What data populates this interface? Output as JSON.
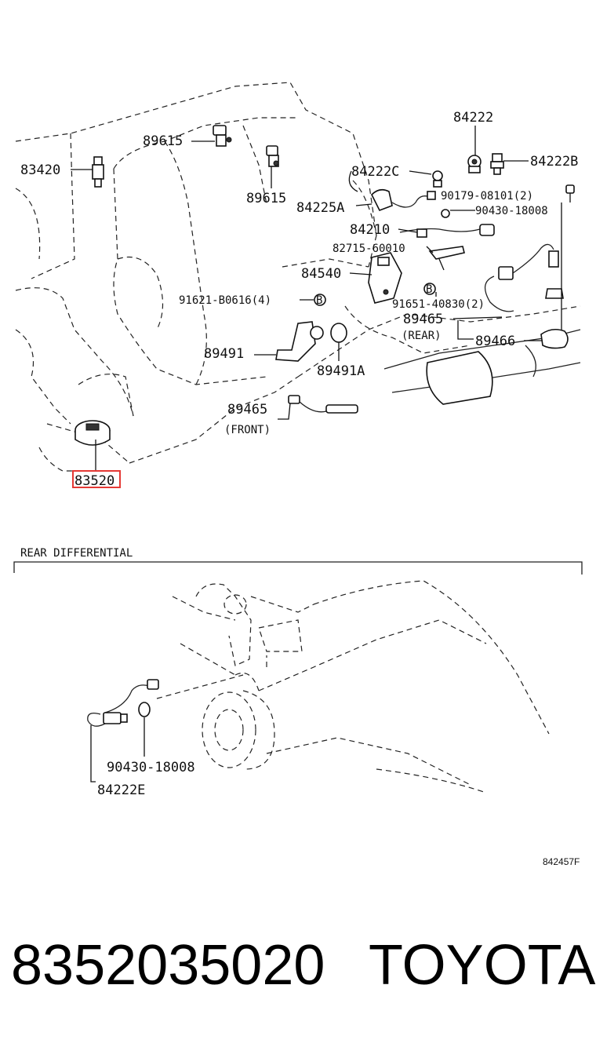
{
  "labels": {
    "p89615a": "89615",
    "p83420": "83420",
    "p89615b": "89615",
    "p84222": "84222",
    "p84222c": "84222C",
    "p84222b": "84222B",
    "p90179": "90179-08101(2)",
    "p84225a": "84225A",
    "p90430a": "90430-18008",
    "p84210": "84210",
    "p82715": "82715-60010",
    "p84540": "84540",
    "p91621": "91621-B0616(4)",
    "p91651": "91651-40830(2)",
    "p89465r": "89465",
    "rear": "(REAR)",
    "p89466": "89466",
    "p89491": "89491",
    "p89491a": "89491A",
    "p89465f": "89465",
    "front": "(FRONT)",
    "p83520": "83520",
    "rear_diff": "REAR DIFFERENTIAL",
    "p90430b": "90430-18008",
    "p84222e": "84222E",
    "ref_code": "842457F",
    "bolt_b": "B"
  },
  "footer": {
    "part_number": "8352035020",
    "brand": "TOYOTA"
  },
  "colors": {
    "highlight": "#e53935",
    "line": "#111111"
  }
}
